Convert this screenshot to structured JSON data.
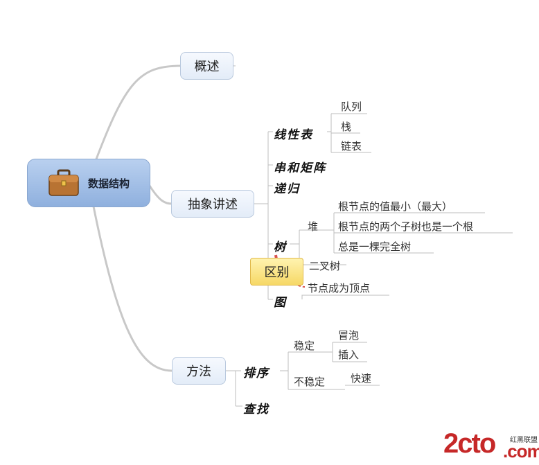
{
  "map": {
    "central": {
      "label": "数据结构",
      "icon": "briefcase-icon"
    },
    "branches": {
      "overview": {
        "label": "概述"
      },
      "abstract": {
        "label": "抽象讲述",
        "linear": {
          "label": "线性表",
          "children": [
            "队列",
            "栈",
            "链表"
          ]
        },
        "string": {
          "label": "串和矩阵"
        },
        "recursion": {
          "label": "递归"
        },
        "tree": {
          "label": "树",
          "heap": {
            "label": "堆",
            "children": [
              "根节点的值最小（最大）",
              "根节点的两个子树也是一个根",
              "总是一棵完全树"
            ]
          },
          "binary": {
            "label": "二叉树"
          }
        },
        "graph": {
          "label": "图"
        },
        "callout": {
          "label": "区别",
          "target": "节点成为顶点"
        }
      },
      "methods": {
        "label": "方法",
        "sort": {
          "label": "排序",
          "stable": {
            "label": "稳定",
            "children": [
              "冒泡",
              "插入"
            ]
          },
          "unstable": {
            "label": "不稳定",
            "children": [
              "快速"
            ]
          }
        },
        "search": {
          "label": "查找"
        }
      }
    }
  },
  "watermark": {
    "brand": "2cto",
    "domain": ".com",
    "tag": "红黑联盟"
  },
  "colors": {
    "connector": "#c8c8c8",
    "central": "#9fbce6",
    "callout": "#f6d866",
    "callout_arrow": "#d9534f",
    "watermark": "#c62828"
  }
}
